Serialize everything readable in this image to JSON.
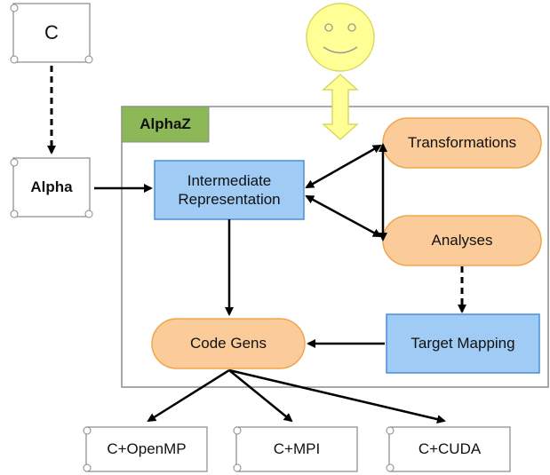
{
  "frame": {
    "title": "AlphaZ"
  },
  "inputs": {
    "c": "C",
    "alpha": "Alpha"
  },
  "nodes": {
    "ir": "Intermediate Representation",
    "transformations": "Transformations",
    "analyses": "Analyses",
    "code_gens": "Code Gens",
    "target_mapping": "Target Mapping"
  },
  "outputs": {
    "openmp": "C+OpenMP",
    "mpi": "C+MPI",
    "cuda": "C+CUDA"
  },
  "colors": {
    "frame_border": "#8c8c8c",
    "title_fill": "#8cb857",
    "box_fill": "#9fcbf5",
    "box_border": "#4a8ed6",
    "pill_fill": "#fbcb9a",
    "pill_border": "#f0a64a",
    "smiley_fill": "#ffff96",
    "smiley_border": "#d8d860",
    "arrow": "#000000",
    "scroll_border": "#888888"
  },
  "icons": {
    "user": "smiley-face-icon",
    "document": "scroll-icon"
  }
}
